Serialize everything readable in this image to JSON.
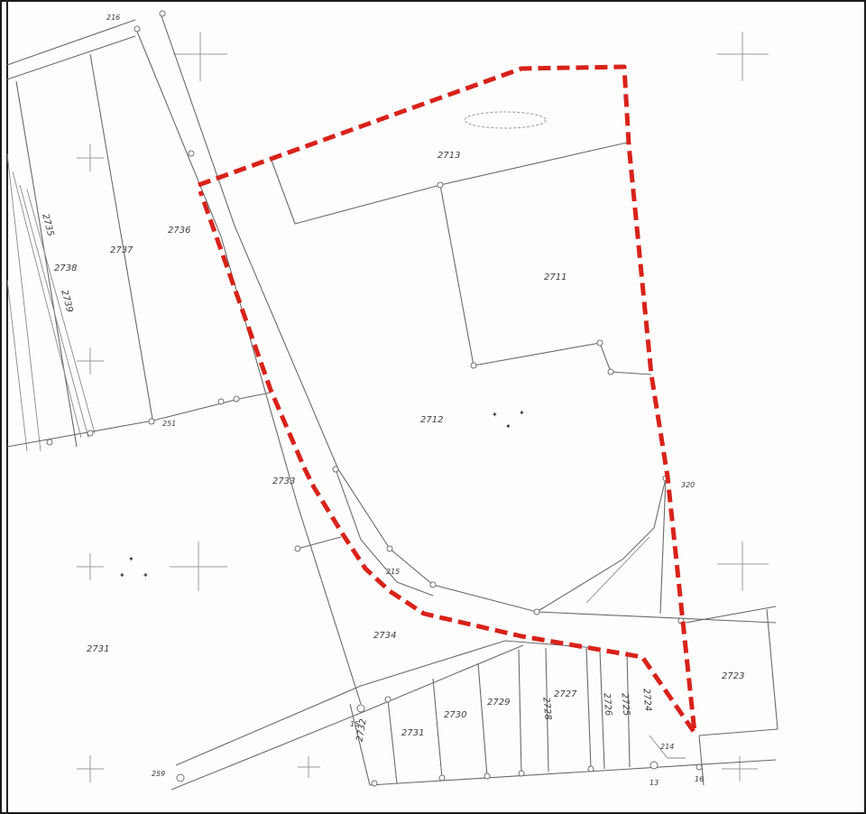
{
  "map": {
    "colors": {
      "boundary": "#d8221a",
      "lines": "#6a6a6a",
      "background": "#fdfdfc"
    },
    "parcels": [
      {
        "id": "p2713",
        "label": "2713"
      },
      {
        "id": "p2711",
        "label": "2711"
      },
      {
        "id": "p2712",
        "label": "2712"
      },
      {
        "id": "p2736",
        "label": "2736"
      },
      {
        "id": "p2737",
        "label": "2737"
      },
      {
        "id": "p2738",
        "label": "2738"
      },
      {
        "id": "p2739",
        "label": "2739"
      },
      {
        "id": "p2733",
        "label": "2733"
      },
      {
        "id": "p2734",
        "label": "2734"
      },
      {
        "id": "p2731b",
        "label": "2731"
      },
      {
        "id": "p2730",
        "label": "2730"
      },
      {
        "id": "p2729",
        "label": "2729"
      },
      {
        "id": "p2728",
        "label": "2728"
      },
      {
        "id": "p2727",
        "label": "2727"
      },
      {
        "id": "p2726",
        "label": "2726"
      },
      {
        "id": "p2725",
        "label": "2725"
      },
      {
        "id": "p2724",
        "label": "2724"
      },
      {
        "id": "p2723",
        "label": "2723"
      },
      {
        "id": "p2732",
        "label": "2732"
      },
      {
        "id": "p2731a",
        "label": "2731"
      },
      {
        "id": "p2735",
        "label": "2735"
      }
    ],
    "points": [
      {
        "id": "pt216",
        "label": "216"
      },
      {
        "id": "pt251",
        "label": "251"
      },
      {
        "id": "pt320",
        "label": "320"
      },
      {
        "id": "pt215",
        "label": "215"
      },
      {
        "id": "pt214",
        "label": "214"
      },
      {
        "id": "pt15",
        "label": "15"
      },
      {
        "id": "pt13",
        "label": "13"
      },
      {
        "id": "pt16",
        "label": "16"
      },
      {
        "id": "pt259",
        "label": "259"
      }
    ]
  }
}
